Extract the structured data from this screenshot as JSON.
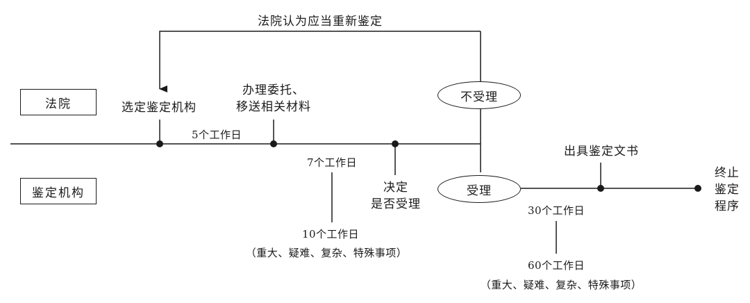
{
  "lanes": {
    "court": "法院",
    "agency": "鉴定机构"
  },
  "top_loop": {
    "label": "法院认为应当重新鉴定"
  },
  "steps": {
    "select_agency": "选定鉴定机构",
    "entrust_line1": "办理委托、",
    "entrust_line2": "移送相关材料",
    "decide_line1": "决定",
    "decide_line2": "是否受理",
    "issue_document": "出具鉴定文书",
    "terminate_line1": "终止",
    "terminate_line2": "鉴定",
    "terminate_line3": "程序"
  },
  "decisions": {
    "reject": "不受理",
    "accept": "受理"
  },
  "durations": {
    "five_days": "5个工作日",
    "seven_days": "7个工作日",
    "ten_days": "10个工作日",
    "ten_days_note": "（重大、疑难、复杂、特殊事项）",
    "thirty_days": "30个工作日",
    "sixty_days": "60个工作日",
    "sixty_days_note": "（重大、疑难、复杂、特殊事项）"
  }
}
